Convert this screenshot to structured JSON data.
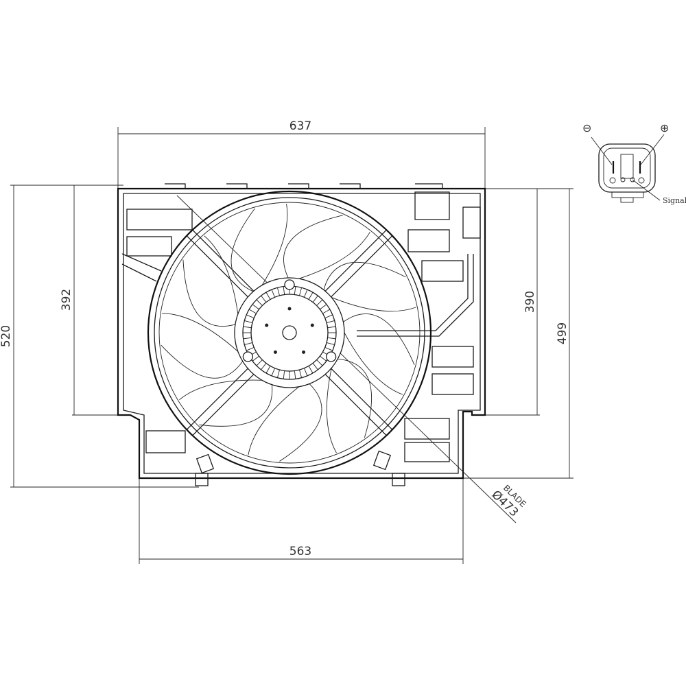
{
  "dimensions": {
    "overall_width": "637",
    "overall_height": "520",
    "left_inner_height": "392",
    "right_inner_height": "390",
    "right_overall_height": "499",
    "bottom_width": "563"
  },
  "blade": {
    "label": "BLADE",
    "diameter": "Ø473"
  },
  "connector": {
    "minus_symbol": "⊖",
    "plus_symbol": "⊕",
    "signal_label": "Signal"
  },
  "colors": {
    "line": "#1a1a1a",
    "background": "#ffffff"
  }
}
